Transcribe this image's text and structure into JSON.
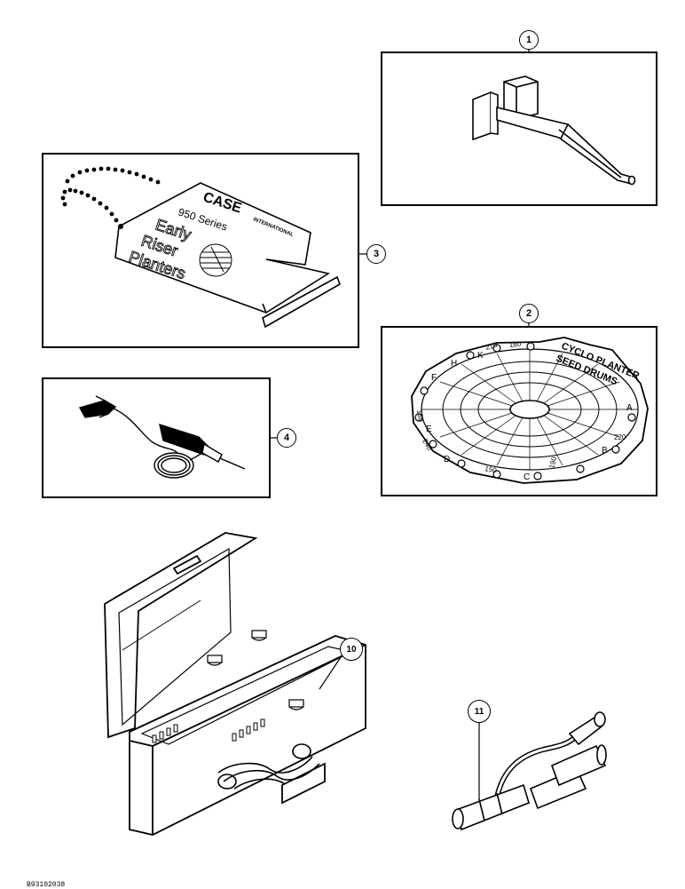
{
  "callouts": {
    "c1": "1",
    "c2": "2",
    "c3": "3",
    "c4": "4",
    "c10": "10",
    "c11": "11"
  },
  "tag": {
    "brand": "CASE",
    "brand_sub": "INTERNATIONAL",
    "series": "950 Series",
    "line1": "Early",
    "line2": "Riser",
    "line3": "Planters"
  },
  "calculator": {
    "title_line1": "CYCLO PLANTER",
    "title_line2": "SEED DRUMS",
    "ring_numbers": [
      "210",
      "180",
      "160",
      "220",
      "190",
      "150",
      "240"
    ],
    "ring_letters": [
      "A",
      "B",
      "C",
      "D",
      "E",
      "F",
      "H",
      "K"
    ]
  },
  "doc_id": "B93102038"
}
